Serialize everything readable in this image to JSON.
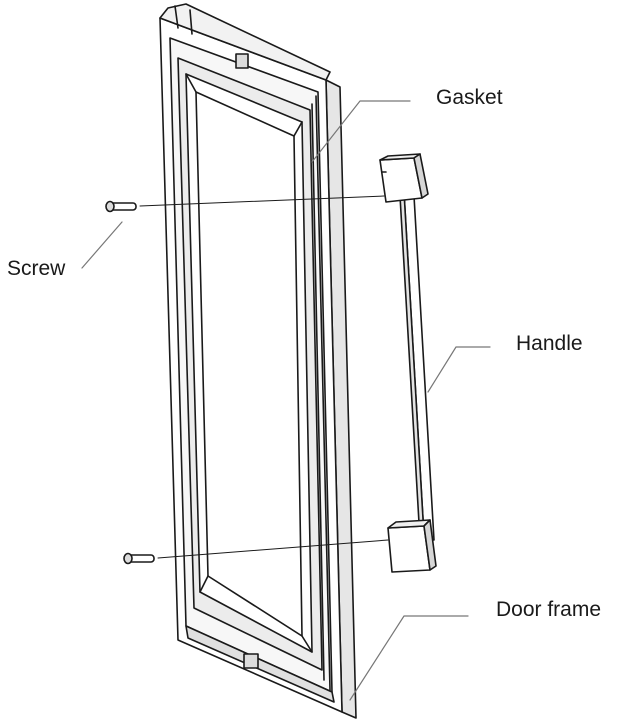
{
  "labels": {
    "gasket": "Gasket",
    "screw": "Screw",
    "handle": "Handle",
    "door_frame": "Door frame"
  },
  "colors": {
    "line": "#1a1a1a",
    "leader": "#777777",
    "face": "#ffffff",
    "shade": "#d9d9d9"
  }
}
